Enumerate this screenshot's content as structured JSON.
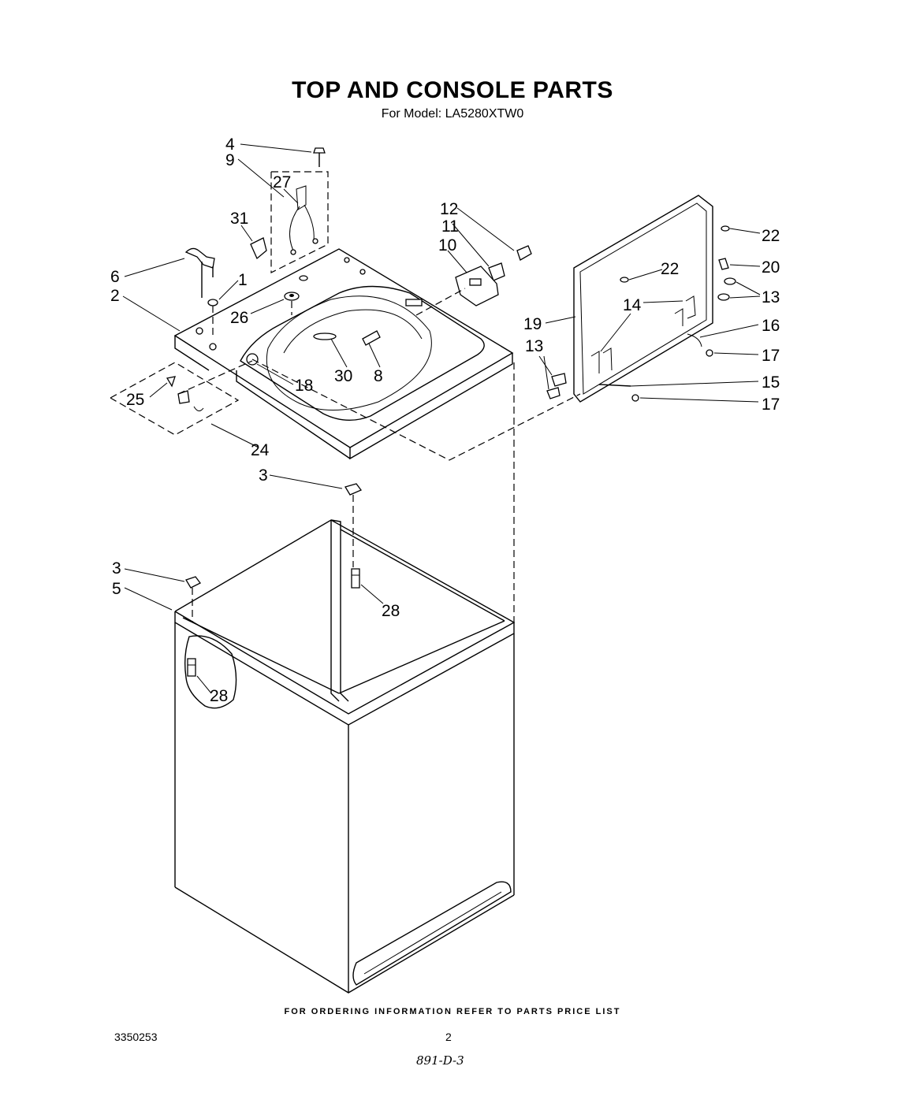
{
  "header": {
    "title": "TOP AND CONSOLE PARTS",
    "subtitle": "For Model: LA5280XTW0"
  },
  "callouts": [
    "4",
    "9",
    "27",
    "31",
    "6",
    "1",
    "2",
    "26",
    "25",
    "24",
    "18",
    "30",
    "8",
    "12",
    "11",
    "10",
    "22",
    "20",
    "13",
    "14",
    "16",
    "17",
    "15",
    "19",
    "3",
    "5",
    "28"
  ],
  "footer": {
    "ordering_note": "FOR ORDERING INFORMATION REFER TO PARTS PRICE LIST",
    "document_number": "3350253",
    "page_number": "2",
    "handwritten_note": "891-D-3"
  }
}
